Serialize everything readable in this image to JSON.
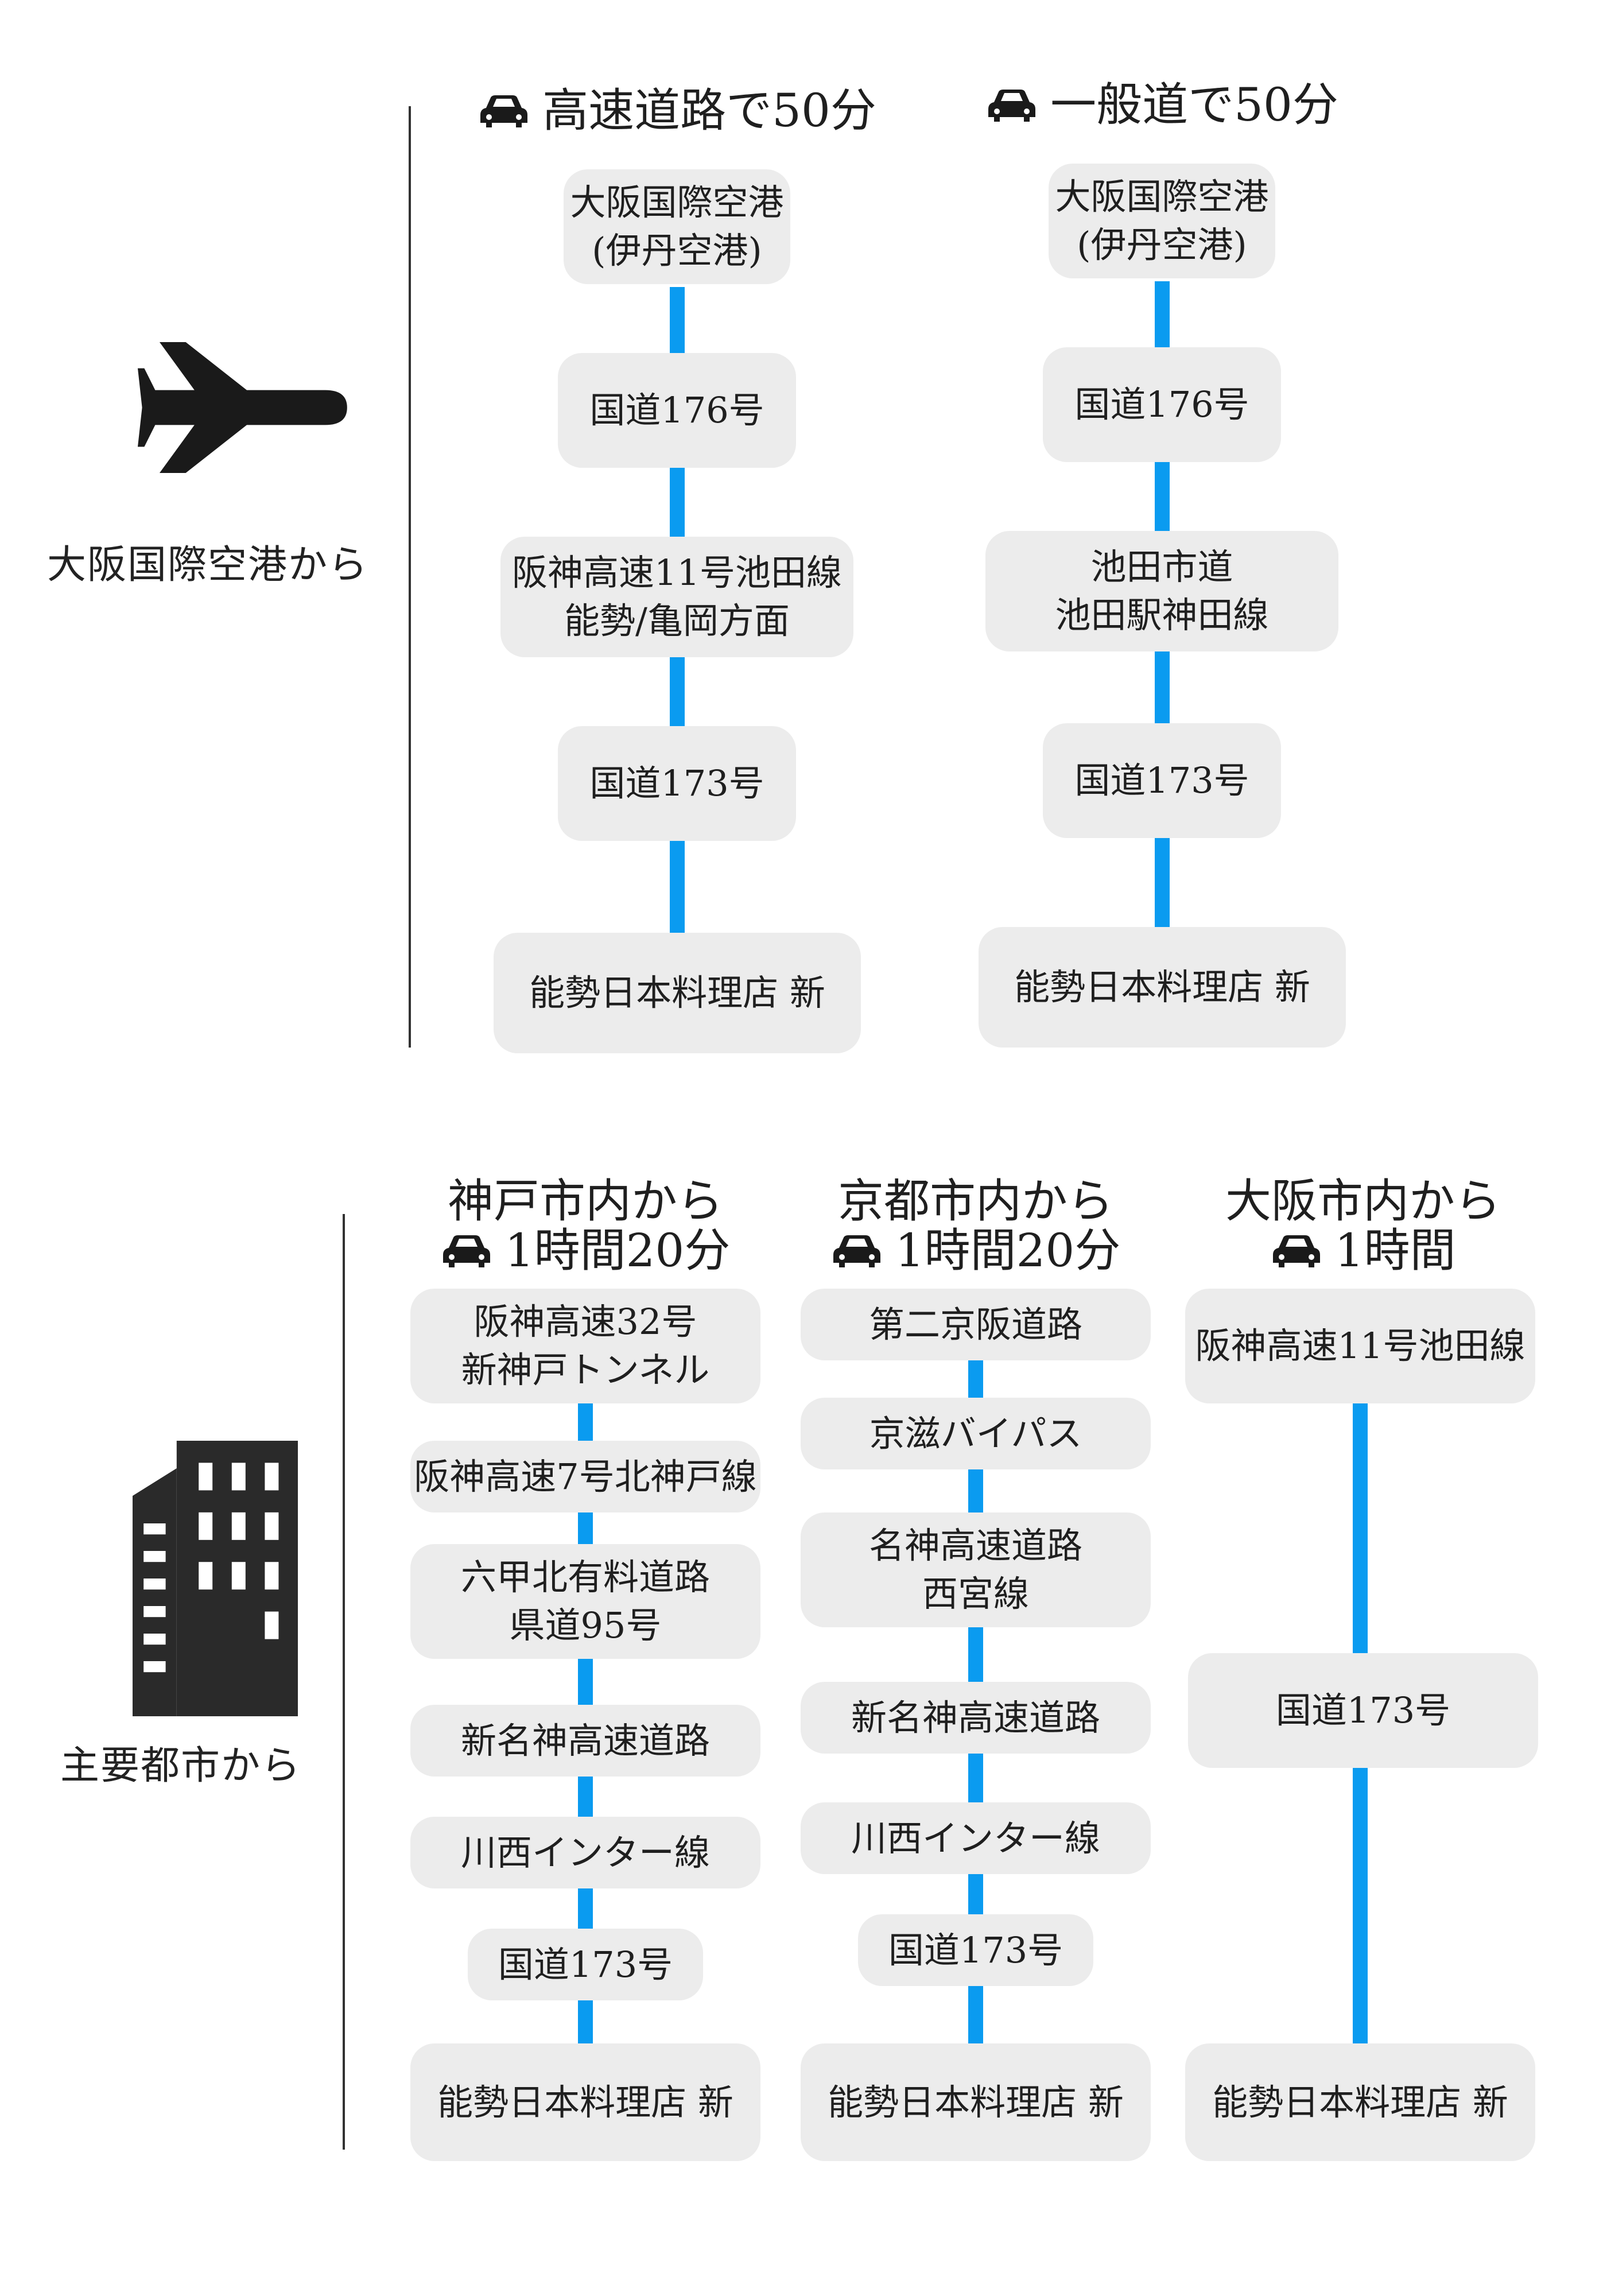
{
  "airport_section": {
    "label": "大阪国際空港から",
    "icon": "airplane-icon",
    "routes": [
      {
        "header": "高速道路で50分",
        "icon": "car-icon",
        "stops": [
          {
            "lines": [
              "大阪国際空港",
              "(伊丹空港)"
            ]
          },
          {
            "lines": [
              "国道176号"
            ]
          },
          {
            "lines": [
              "阪神高速11号池田線",
              "能勢/亀岡方面"
            ]
          },
          {
            "lines": [
              "国道173号"
            ]
          },
          {
            "lines": [
              "能勢日本料理店 新"
            ]
          }
        ]
      },
      {
        "header": "一般道で50分",
        "icon": "car-icon",
        "stops": [
          {
            "lines": [
              "大阪国際空港",
              "(伊丹空港)"
            ]
          },
          {
            "lines": [
              "国道176号"
            ]
          },
          {
            "lines": [
              "池田市道",
              "池田駅神田線"
            ]
          },
          {
            "lines": [
              "国道173号"
            ]
          },
          {
            "lines": [
              "能勢日本料理店 新"
            ]
          }
        ]
      }
    ]
  },
  "city_section": {
    "label": "主要都市から",
    "icon": "building-icon",
    "routes": [
      {
        "header_line1": "神戸市内から",
        "header_line2": "1時間20分",
        "icon": "car-icon",
        "stops": [
          {
            "lines": [
              "阪神高速32号",
              "新神戸トンネル"
            ]
          },
          {
            "lines": [
              "阪神高速7号北神戸線"
            ]
          },
          {
            "lines": [
              "六甲北有料道路",
              "県道95号"
            ]
          },
          {
            "lines": [
              "新名神高速道路"
            ]
          },
          {
            "lines": [
              "川西インター線"
            ]
          },
          {
            "lines": [
              "国道173号"
            ]
          },
          {
            "lines": [
              "能勢日本料理店 新"
            ]
          }
        ]
      },
      {
        "header_line1": "京都市内から",
        "header_line2": "1時間20分",
        "icon": "car-icon",
        "stops": [
          {
            "lines": [
              "第二京阪道路"
            ]
          },
          {
            "lines": [
              "京滋バイパス"
            ]
          },
          {
            "lines": [
              "名神高速道路",
              "西宮線"
            ]
          },
          {
            "lines": [
              "新名神高速道路"
            ]
          },
          {
            "lines": [
              "川西インター線"
            ]
          },
          {
            "lines": [
              "国道173号"
            ]
          },
          {
            "lines": [
              "能勢日本料理店 新"
            ]
          }
        ]
      },
      {
        "header_line1": "大阪市内から",
        "header_line2": "1時間",
        "icon": "car-icon",
        "stops": [
          {
            "lines": [
              "阪神高速11号池田線"
            ]
          },
          {
            "lines": [
              "国道173号"
            ]
          },
          {
            "lines": [
              "能勢日本料理店 新"
            ]
          }
        ]
      }
    ]
  },
  "colors": {
    "connector": "#0a9bf0",
    "box": "#ececec",
    "text": "#1f1f1f",
    "icon": "#1a1a1a"
  }
}
